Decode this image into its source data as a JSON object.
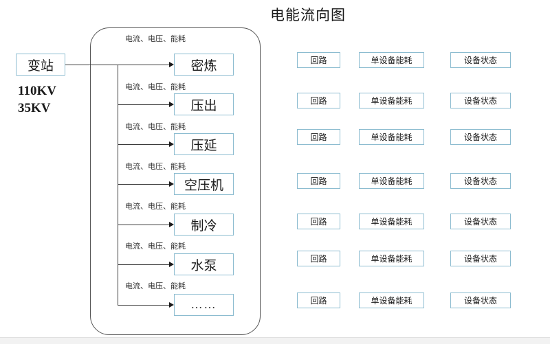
{
  "title": "电能流向图",
  "source": {
    "label": "变站",
    "voltages": [
      "110KV",
      "35KV"
    ]
  },
  "flow": {
    "edge_label": "电流、电压、能耗",
    "nodes": [
      {
        "label": "密炼",
        "edge_label": "电流、电压、能耗"
      },
      {
        "label": "压出",
        "edge_label": "电流、电压、能耗"
      },
      {
        "label": "压延",
        "edge_label": "电流、电压、能耗"
      },
      {
        "label": "空压机",
        "edge_label": "电流、电压、能耗"
      },
      {
        "label": "制冷",
        "edge_label": "电流、电压、能耗"
      },
      {
        "label": "水泵",
        "edge_label": "电流、电压、能耗"
      },
      {
        "label": "……",
        "edge_label": "电流、电压、能耗"
      }
    ]
  },
  "metrics_grid": {
    "columns": [
      "回路",
      "单设备能耗",
      "设备状态"
    ],
    "rows": [
      [
        "回路",
        "单设备能耗",
        "设备状态"
      ],
      [
        "回路",
        "单设备能耗",
        "设备状态"
      ],
      [
        "回路",
        "单设备能耗",
        "设备状态"
      ],
      [
        "回路",
        "单设备能耗",
        "设备状态"
      ],
      [
        "回路",
        "单设备能耗",
        "设备状态"
      ],
      [
        "回路",
        "单设备能耗",
        "设备状态"
      ],
      [
        "回路",
        "单设备能耗",
        "设备状态"
      ]
    ]
  },
  "colors": {
    "box_border": "#8cbcd0",
    "container_border": "#555555",
    "line": "#3a3a3a",
    "text": "#1a1a1a",
    "background": "#ffffff"
  }
}
